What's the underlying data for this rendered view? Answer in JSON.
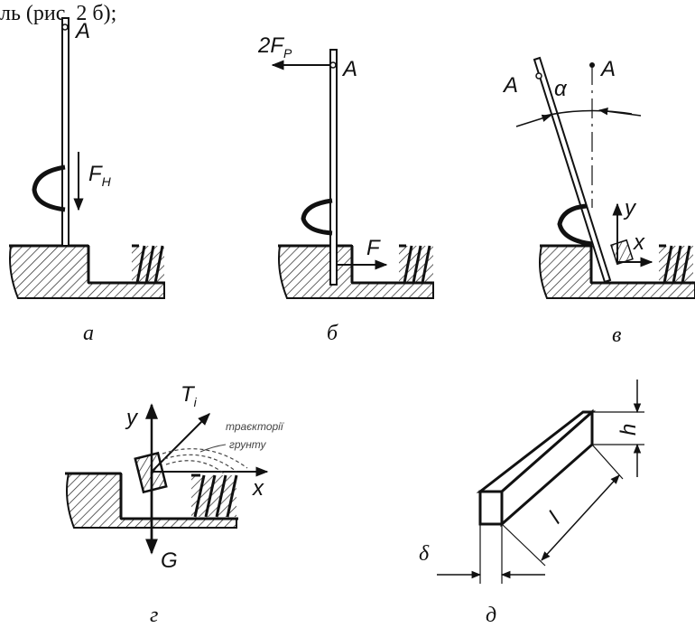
{
  "header_text": "ль (рис. 2 б);",
  "panel_a": {
    "caption": "а",
    "point": "A",
    "force": "F",
    "force_sub": "Н"
  },
  "panel_b": {
    "caption": "б",
    "point": "A",
    "force_top": "2F",
    "force_top_sub": "Р",
    "force_bottom": "F"
  },
  "panel_v": {
    "caption": "в",
    "point_1": "A",
    "point_2": "A",
    "angle": "α",
    "axis_x": "x",
    "axis_y": "y"
  },
  "panel_g": {
    "caption": "г",
    "force_t": "T",
    "force_t_sub": "i",
    "axis_y": "y",
    "axis_x": "x",
    "weight": "G",
    "note_line1": "траєкторії",
    "note_line2": "грунту"
  },
  "panel_d": {
    "caption": "д",
    "dim_h": "h",
    "dim_l": "l",
    "dim_delta": "δ"
  },
  "colors": {
    "ink": "#111111",
    "hatch": "#222222",
    "note": "#444444"
  }
}
